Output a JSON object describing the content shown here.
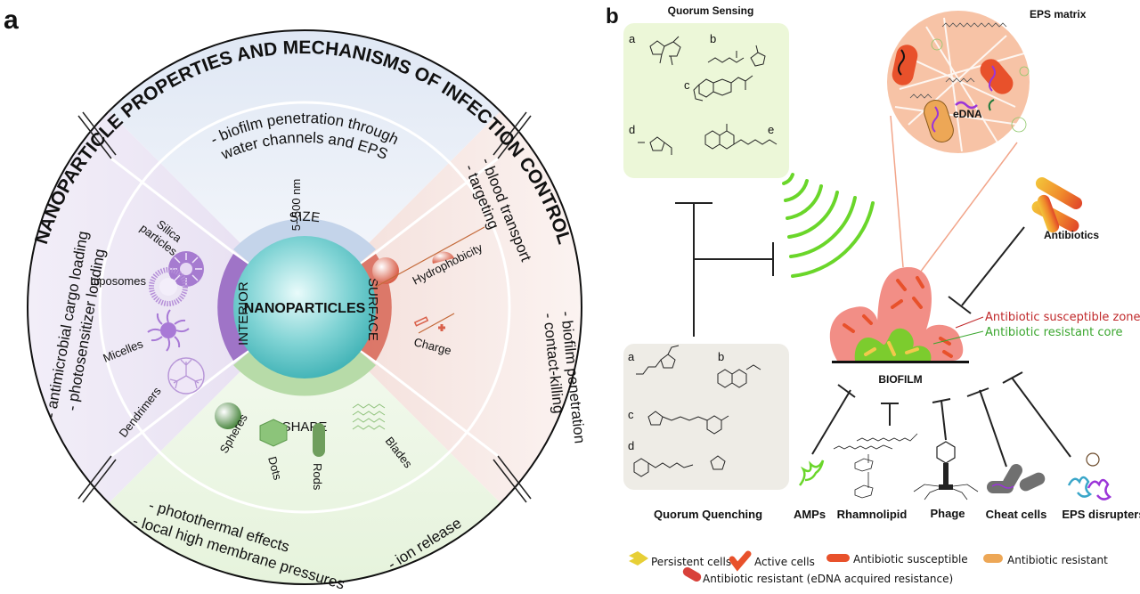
{
  "panel_a": {
    "panel_letter": "a",
    "title": "NANOPARTICLE PROPERTIES AND MECHANISMS OF INFECTION CONTROL",
    "center_label": "NANOPARTICLES",
    "properties": {
      "size": {
        "label": "SIZE",
        "detail": "5- 500 nm",
        "color": "#b9cde6"
      },
      "surface": {
        "label": "SURFACE",
        "items": [
          "Hydrophobicity",
          "Charge"
        ],
        "color": "#d96b5c"
      },
      "shape": {
        "label": "SHAPE",
        "items": [
          "Spheres",
          "Dots",
          "Rods",
          "Blades"
        ],
        "color": "#a9d49a"
      },
      "interior": {
        "label": "INTERIOR",
        "items": [
          "Silica particles",
          "Liposomes",
          "Micelles",
          "Dendrimers"
        ],
        "color": "#9b6bc4"
      }
    },
    "mechanisms": {
      "top": [
        "- biofilm penetration through",
        "water channels and EPS"
      ],
      "right_upper": [
        "- blood transport",
        "- targeting"
      ],
      "right_lower": [
        "- biofilm penetration",
        "- contact-killing"
      ],
      "bottom_left": [
        "- photothermal effects",
        "- local high membrane pressures"
      ],
      "bottom_right": [
        "- ion release"
      ],
      "left": [
        "- antimicrobial cargo loading",
        "- photosensitizer loading"
      ]
    }
  },
  "panel_b": {
    "panel_letter": "b",
    "quorum_sensing": {
      "title": "Quorum Sensing",
      "compound_labels": [
        "a",
        "b",
        "c",
        "d",
        "e"
      ]
    },
    "quorum_quenching": {
      "title": "Quorum Quenching",
      "compound_labels": [
        "a",
        "b",
        "c",
        "d"
      ]
    },
    "eps_matrix": {
      "title": "EPS matrix",
      "edna_label": "eDNA"
    },
    "antibiotics_label": "Antibiotics",
    "biofilm": {
      "label": "BIOFILM",
      "zones": [
        {
          "label": "Antibiotic susceptible zone",
          "color": "#c0282a"
        },
        {
          "label": "Antibiotic resistant core",
          "color": "#3aa62e"
        }
      ]
    },
    "inhibitors": [
      "AMPs",
      "Rhamnolipid",
      "Phage",
      "Cheat cells",
      "EPS disrupters"
    ],
    "legend": [
      {
        "label": "Persistent cells",
        "icon": "persistent-cell-icon"
      },
      {
        "label": "Active cells",
        "icon": "active-cell-icon"
      },
      {
        "label": "Antibiotic susceptible",
        "icon": "susceptible-bacterium-icon"
      },
      {
        "label": "Antibiotic resistant",
        "icon": "resistant-bacterium-icon"
      },
      {
        "label": "Antibiotic resistant (eDNA acquired resistance)",
        "icon": "edna-resistant-bacterium-icon"
      }
    ]
  }
}
